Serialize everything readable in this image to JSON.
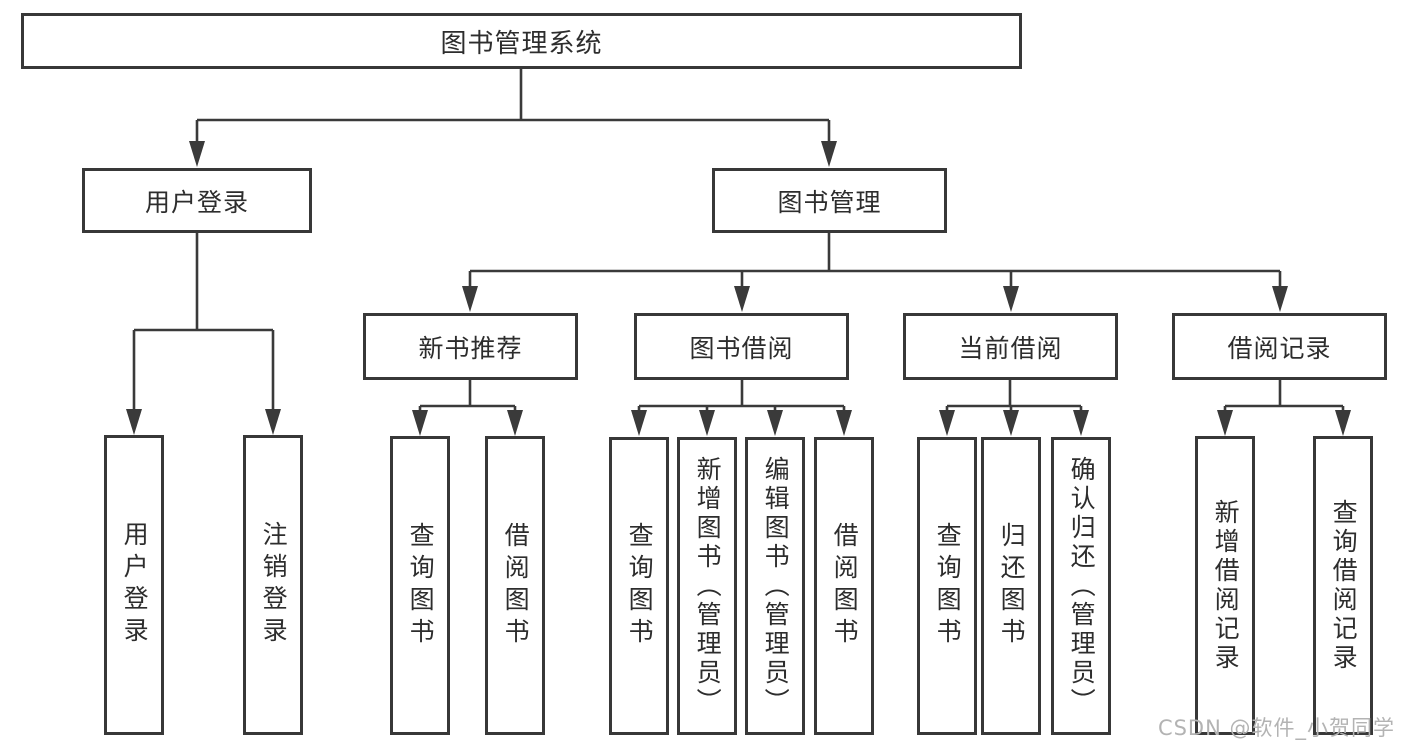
{
  "diagram": {
    "root": {
      "label": "图书管理系统"
    },
    "branches": [
      {
        "label": "用户登录",
        "children": [
          {
            "label": "用户登录"
          },
          {
            "label": "注销登录"
          }
        ]
      },
      {
        "label": "图书管理",
        "sections": [
          {
            "label": "新书推荐",
            "children": [
              {
                "label": "查询图书"
              },
              {
                "label": "借阅图书"
              }
            ]
          },
          {
            "label": "图书借阅",
            "children": [
              {
                "label": "查询图书"
              },
              {
                "label": "新增图书（管理员）"
              },
              {
                "label": "编辑图书（管理员）"
              },
              {
                "label": "借阅图书"
              }
            ]
          },
          {
            "label": "当前借阅",
            "children": [
              {
                "label": "查询图书"
              },
              {
                "label": "归还图书"
              },
              {
                "label": "确认归还（管理员）"
              }
            ]
          },
          {
            "label": "借阅记录",
            "children": [
              {
                "label": "新增借阅记录"
              },
              {
                "label": "查询借阅记录"
              }
            ]
          }
        ]
      }
    ]
  },
  "watermark": {
    "text": "CSDN @软件_小贺同学"
  },
  "colors": {
    "line": "#3a3a3a",
    "box_border": "#383838",
    "text": "#2d2d2d",
    "watermark": "#b3b3b3",
    "background": "#ffffff"
  }
}
